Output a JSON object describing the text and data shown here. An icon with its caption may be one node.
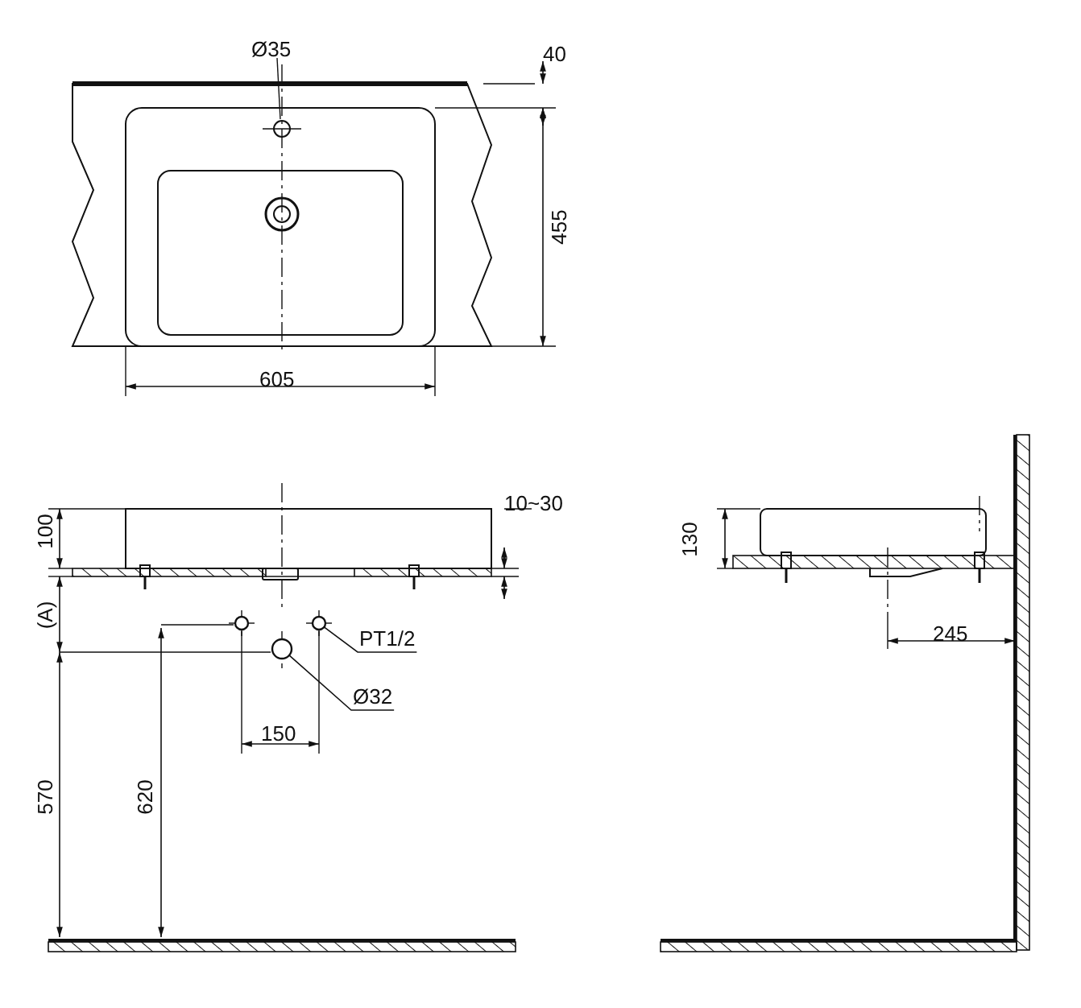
{
  "diagram": {
    "nodes": [
      {
        "text": [
          "PT1/2"
        ]
      },
      {
        "text": [],
        "shape": "circle"
      },
      {
        "text": [
          "Ø32"
        ]
      },
      {
        "text": [],
        "shape": "circle"
      }
    ],
    "edges": [
      {
        "from": 0,
        "to": 1,
        "arrow": "none"
      },
      {
        "from": 2,
        "to": 3,
        "arrow": "none"
      }
    ],
    "labels": [
      "Ø35",
      "40",
      "455",
      "605",
      "100",
      "10~30",
      "(A)",
      "570",
      "620",
      "150",
      "130",
      "245"
    ]
  }
}
